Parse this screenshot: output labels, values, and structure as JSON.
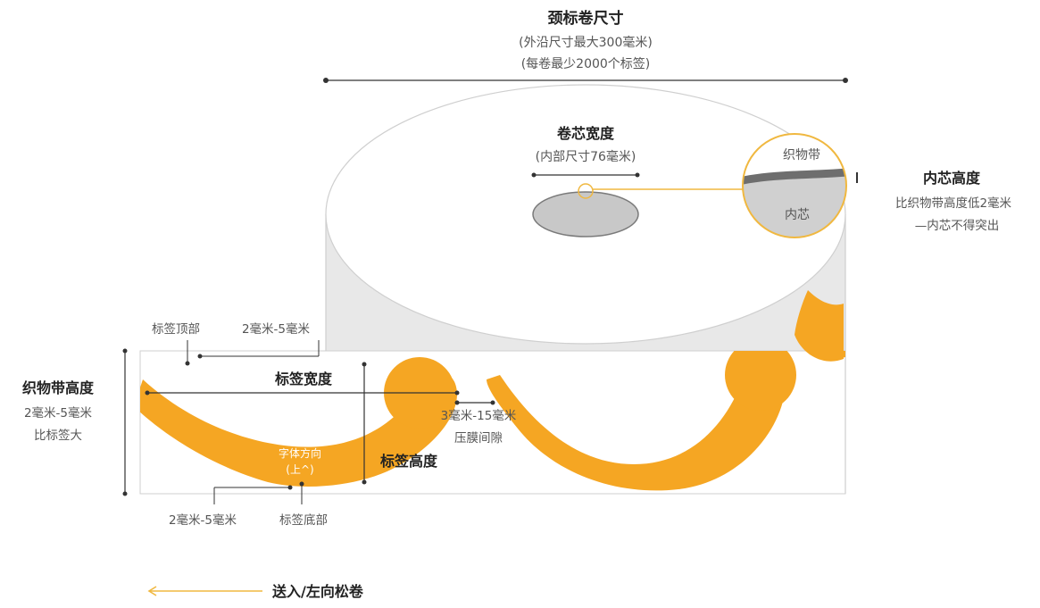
{
  "roll_size": {
    "title": "颈标卷尺寸",
    "line1": "(外沿尺寸最大300毫米)",
    "line2": "(每卷最少2000个标签)"
  },
  "core_width": {
    "title": "卷芯宽度",
    "sub": "(内部尺寸76毫米)"
  },
  "inset": {
    "ribbon": "织物带",
    "core": "内芯"
  },
  "core_height": {
    "title": "内芯高度",
    "line1": "比织物带高度低2毫米",
    "line2": "—内芯不得突出"
  },
  "label_top": "标签顶部",
  "top_margin": "2毫米-5毫米",
  "ribbon_height": {
    "title": "织物带高度",
    "line1": "2毫米-5毫米",
    "line2": "比标签大"
  },
  "label_width": "标签宽度",
  "gap": {
    "line1": "3毫米-15毫米",
    "line2": "压膜间隙"
  },
  "label": {
    "name": "标签",
    "line1": "字体方向",
    "line2": "(上^)"
  },
  "label_height": "标签高度",
  "bottom_margin": "2毫米-5毫米",
  "label_bottom": "标签底部",
  "feed": "送入/左向松卷",
  "colors": {
    "orange": "#f5a623",
    "gray": "#e6e6e6",
    "core": "#c8c8c8",
    "ribbon_band": "#6e6e6e",
    "line": "#333333",
    "accent_line": "#f0b840"
  }
}
